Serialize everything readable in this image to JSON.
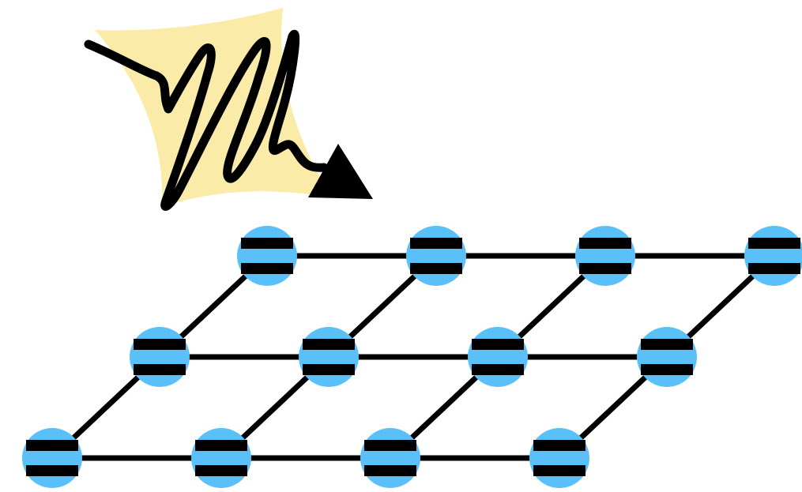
{
  "colors": {
    "background": "#ffffff",
    "node_fill": "#5bc0f8",
    "node_bar": "#000000",
    "edge": "#000000",
    "photon_glow": "#fbeba8",
    "photon_wave": "#000000"
  },
  "icons": {
    "photon": "photon-wave-icon",
    "arrow_head": "triangle-arrow-icon",
    "node": "two-level-atom-icon"
  },
  "lattice": {
    "rows": 3,
    "columns": 4,
    "nodes": [
      {
        "row": 0,
        "col": 0
      },
      {
        "row": 0,
        "col": 1
      },
      {
        "row": 0,
        "col": 2
      },
      {
        "row": 0,
        "col": 3
      },
      {
        "row": 1,
        "col": 0
      },
      {
        "row": 1,
        "col": 1
      },
      {
        "row": 1,
        "col": 2
      },
      {
        "row": 1,
        "col": 3
      },
      {
        "row": 2,
        "col": 0
      },
      {
        "row": 2,
        "col": 1
      },
      {
        "row": 2,
        "col": 2
      },
      {
        "row": 2,
        "col": 3
      }
    ]
  }
}
